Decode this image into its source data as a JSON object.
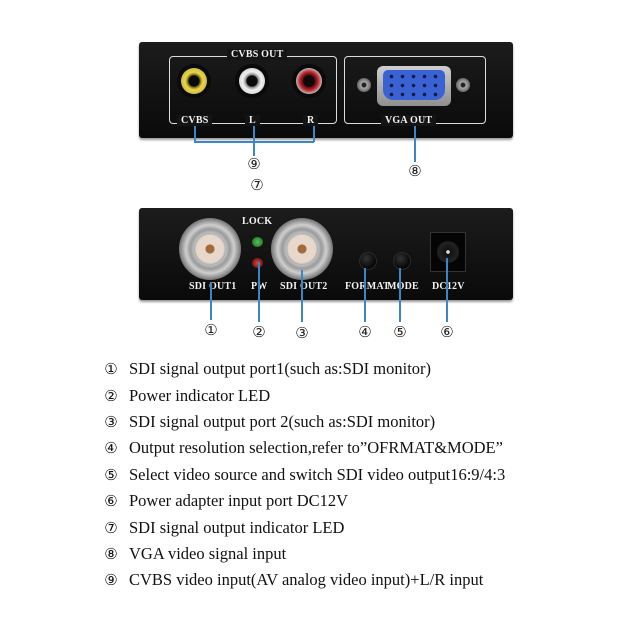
{
  "top_panel": {
    "cvbs_group_title": "CVBS OUT",
    "labels": {
      "cvbs": "CVBS",
      "l": "L",
      "r": "R"
    },
    "vga_label": "VGA OUT",
    "rca_colors": {
      "cvbs": "#e9d64a",
      "l": "#e6e6e6",
      "r": "#c2242a"
    },
    "vga_color": "#3357c4"
  },
  "bottom_panel": {
    "lock_label": "LOCK",
    "pw_label": "PW",
    "sdi_out1_label": "SDI OUT1",
    "sdi_out2_label": "SDI OUT2",
    "format_label": "FORMAT",
    "mode_label": "MODE",
    "dc_label": "DC12V",
    "led_colors": {
      "lock": "#2f8a2f",
      "pw": "#8a1c1c"
    }
  },
  "callouts": {
    "1": "①",
    "2": "②",
    "3": "③",
    "4": "④",
    "5": "⑤",
    "6": "⑥",
    "7": "⑦",
    "8": "⑧",
    "9": "⑨"
  },
  "accent_line_color": "#3b86c6",
  "legend": [
    {
      "marker": "①",
      "text": "SDI signal output port1(such as:SDI monitor)"
    },
    {
      "marker": "②",
      "text": "Power indicator LED"
    },
    {
      "marker": "③",
      "text": "SDI signal output port 2(such as:SDI monitor)"
    },
    {
      "marker": "④",
      "text": "Output resolution selection,refer to”OFRMAT&MODE”"
    },
    {
      "marker": "⑤",
      "text": "Select video source and switch SDI video output16:9/4:3"
    },
    {
      "marker": "⑥",
      "text": "Power adapter input port DC12V"
    },
    {
      "marker": "⑦",
      "text": "SDI signal output indicator LED"
    },
    {
      "marker": "⑧",
      "text": "VGA video signal input"
    },
    {
      "marker": "⑨",
      "text": "CVBS video input(AV analog video input)+L/R input"
    }
  ]
}
